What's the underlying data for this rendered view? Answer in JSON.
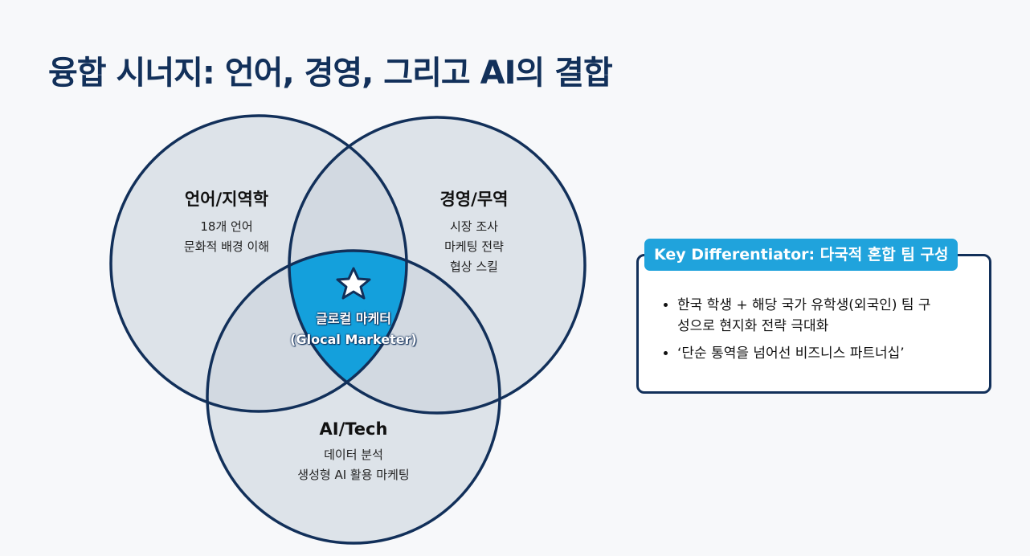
{
  "title": "융합 시너지: 언어, 경영, 그리고 AI의 결합",
  "venn": {
    "language": {
      "heading": "언어/지역학",
      "lines": [
        "18개 언어",
        "문화적 배경 이해"
      ]
    },
    "business": {
      "heading": "경영/무역",
      "lines": [
        "시장 조사",
        "마케팅 전략",
        "협상 스킬"
      ]
    },
    "ai": {
      "heading": "AI/Tech",
      "lines": [
        "데이터 분석",
        "생성형 AI 활용 마케팅"
      ]
    },
    "center": {
      "icon": "star-icon",
      "line1": "글로컬 마케터",
      "line2": "(Glocal Marketer)"
    }
  },
  "differentiator": {
    "heading": "Key Differentiator: 다국적 혼합 팀 구성",
    "bullets": [
      "한국 학생 + 해당 국가 유학생(외국인) 팀 구성으로 현지화 전략 극대화",
      "‘단순 통역을 넘어선 비즈니스 파트너십’"
    ]
  },
  "colors": {
    "navy": "#12305a",
    "accent": "#20a3dc",
    "circle_fill": "#d9dee5"
  }
}
